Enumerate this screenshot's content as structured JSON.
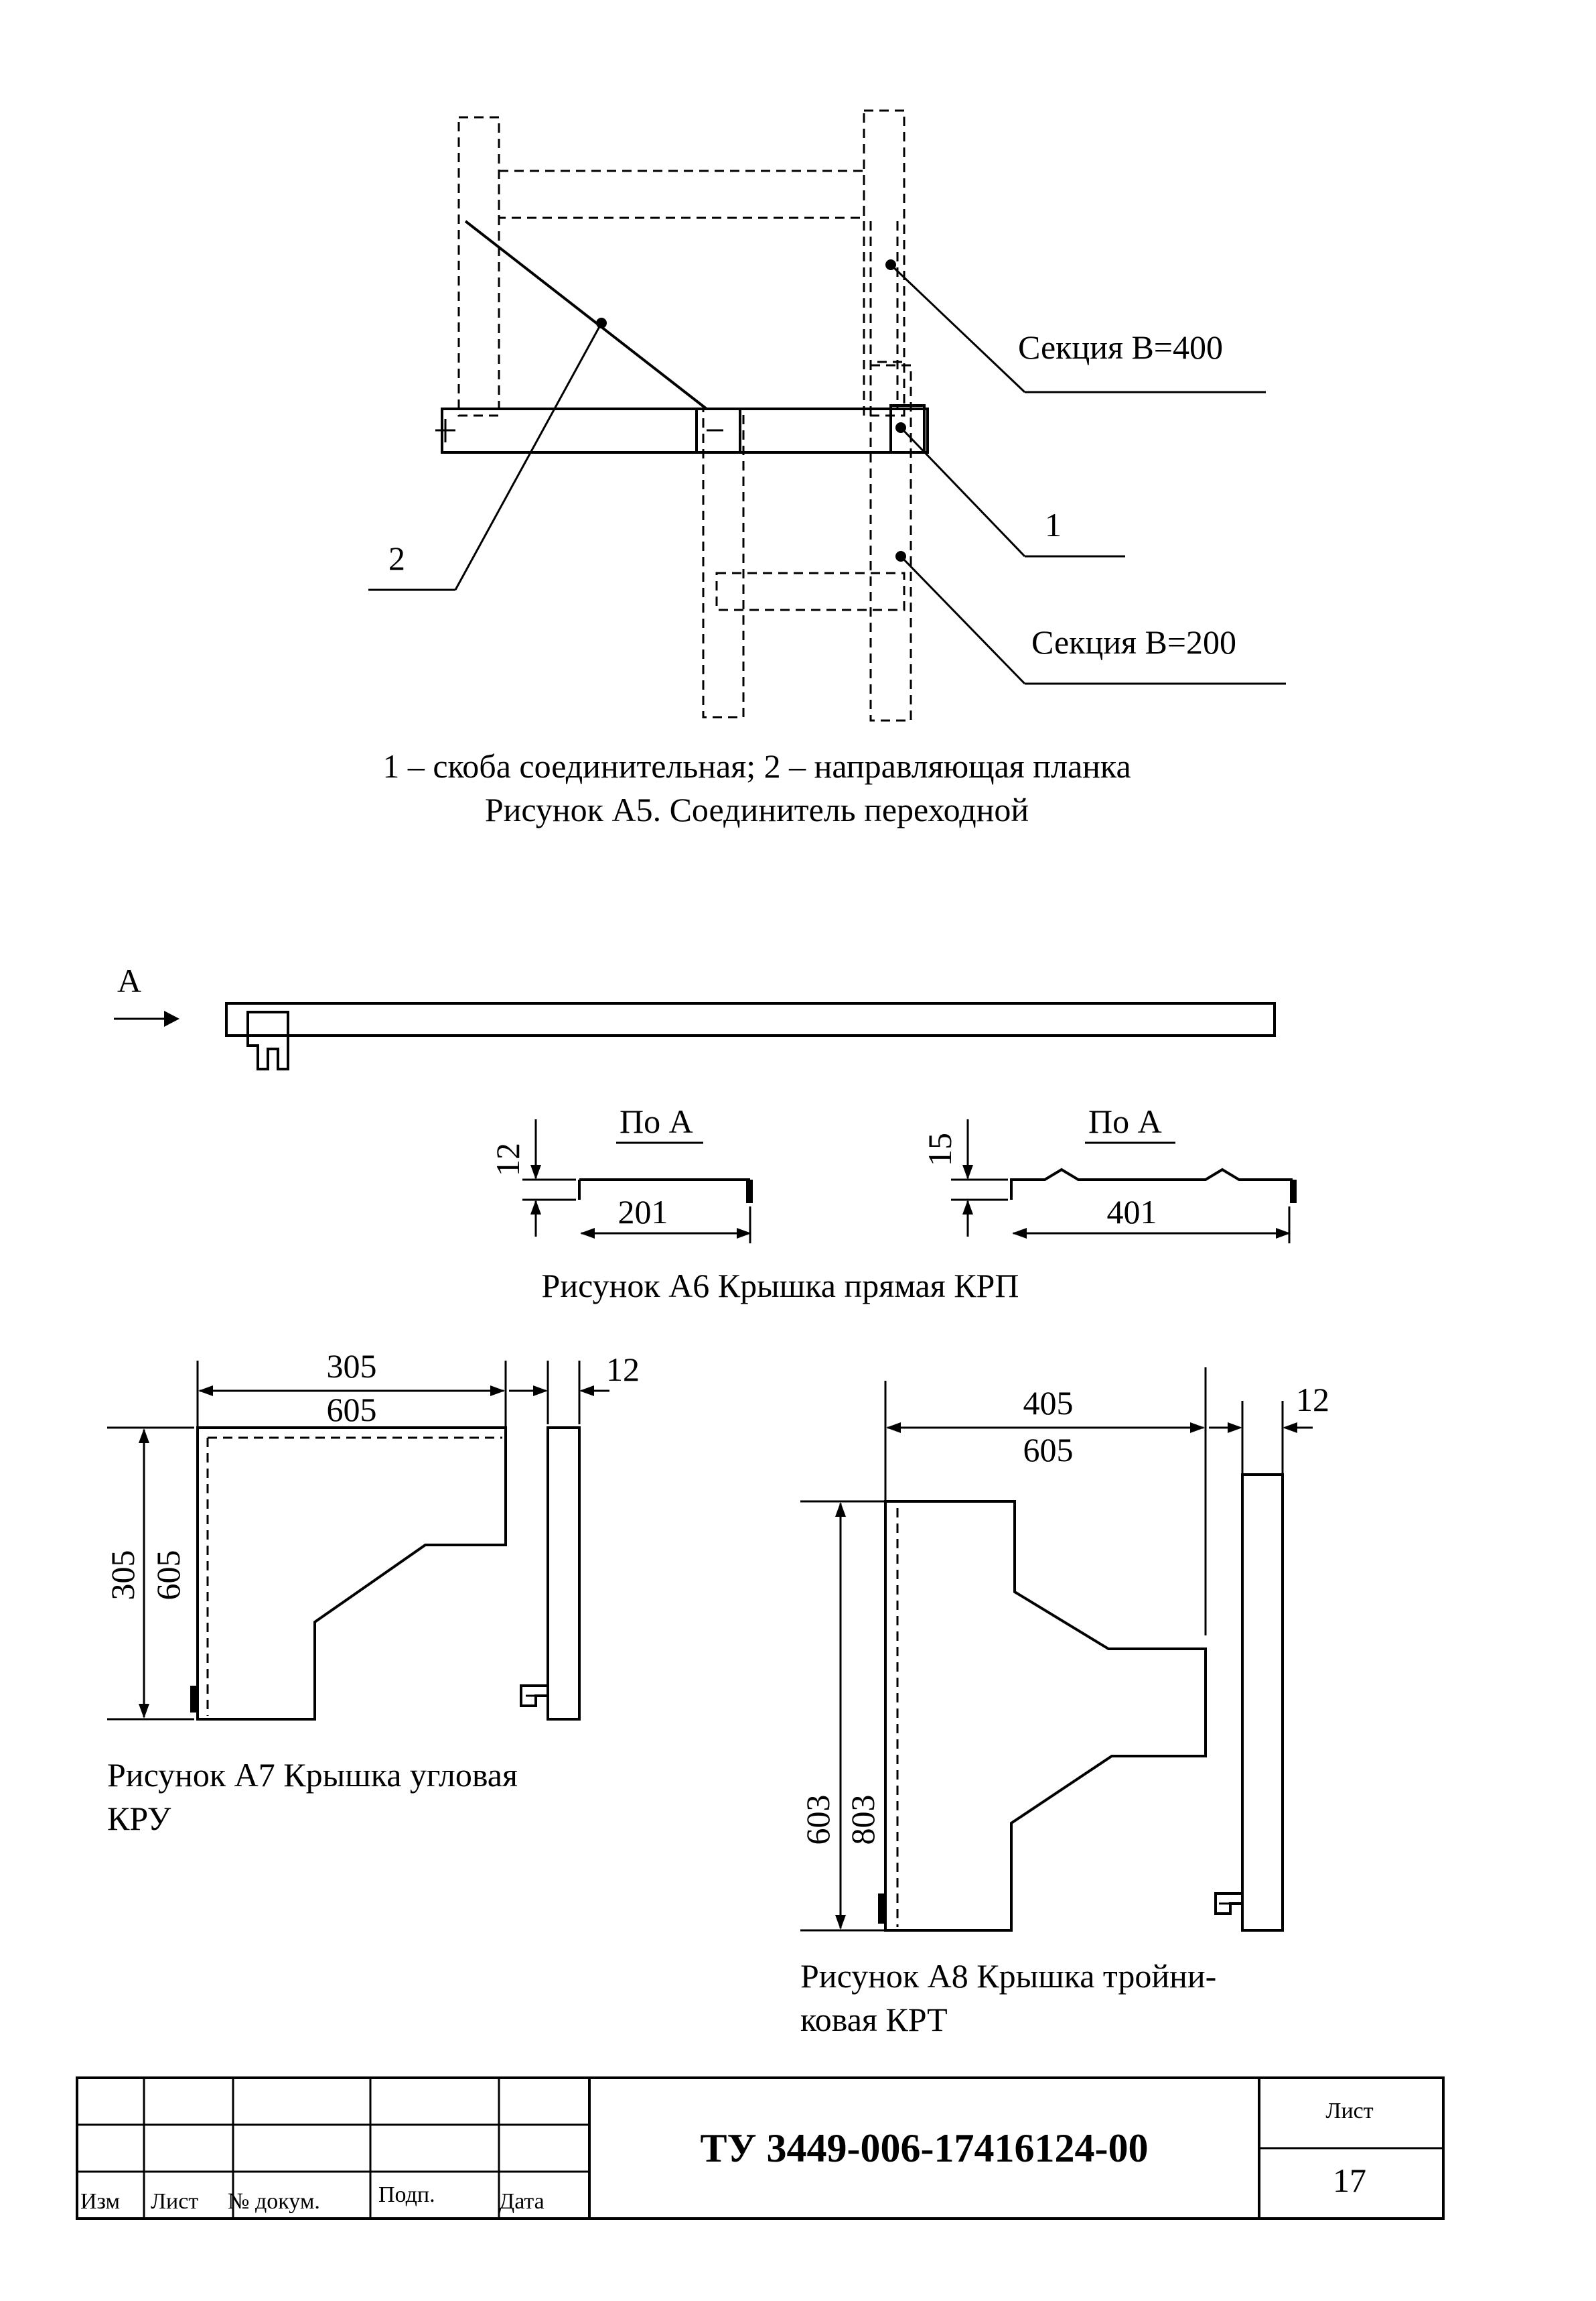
{
  "fig_a5": {
    "label_section_400": "Секция В=400",
    "label_1": "1",
    "label_2": "2",
    "label_section_200": "Секция В=200",
    "legend": "1 – скоба соединительная; 2 – направляющая планка",
    "caption": "Рисунок А5. Соединитель переходной"
  },
  "fig_a6": {
    "view_arrow_label": "А",
    "view_left_label": "По А",
    "view_right_label": "По А",
    "dim_left_height": "12",
    "dim_left_width": "201",
    "dim_right_height": "15",
    "dim_right_width": "401",
    "caption": "Рисунок А6 Крышка прямая КРП"
  },
  "fig_a7": {
    "dim_top_1": "305",
    "dim_top_2": "605",
    "dim_thickness": "12",
    "dim_side_1": "305",
    "dim_side_2": "605",
    "caption_line1": "Рисунок А7 Крышка угловая",
    "caption_line2": "КРУ"
  },
  "fig_a8": {
    "dim_top_1": "405",
    "dim_top_2": "605",
    "dim_thickness": "12",
    "dim_side_1": "603",
    "dim_side_2": "803",
    "caption_line1": "Рисунок А8 Крышка тройни-",
    "caption_line2": "ковая КРТ"
  },
  "title_block": {
    "col_izm": "Изм",
    "col_list": "Лист",
    "col_doc": "№ докум.",
    "col_sign": "Подп.",
    "col_date": "Дата",
    "doc_code": "ТУ 3449-006-17416124-00",
    "sheet_label": "Лист",
    "sheet_number": "17"
  }
}
